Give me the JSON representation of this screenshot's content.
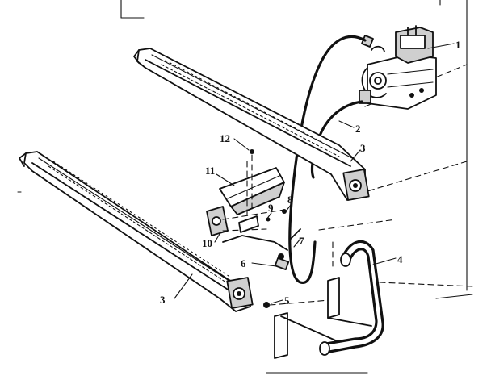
{
  "callouts": [
    {
      "id": "1",
      "text": "1"
    },
    {
      "id": "2",
      "text": "2"
    },
    {
      "id": "3a",
      "text": "3"
    },
    {
      "id": "3b",
      "text": "3"
    },
    {
      "id": "4",
      "text": "4"
    },
    {
      "id": "5",
      "text": "5"
    },
    {
      "id": "6",
      "text": "6"
    },
    {
      "id": "7",
      "text": "7"
    },
    {
      "id": "8",
      "text": "8"
    },
    {
      "id": "9",
      "text": "9"
    },
    {
      "id": "10",
      "text": "10"
    },
    {
      "id": "11",
      "text": "11"
    },
    {
      "id": "12",
      "text": "12"
    }
  ]
}
